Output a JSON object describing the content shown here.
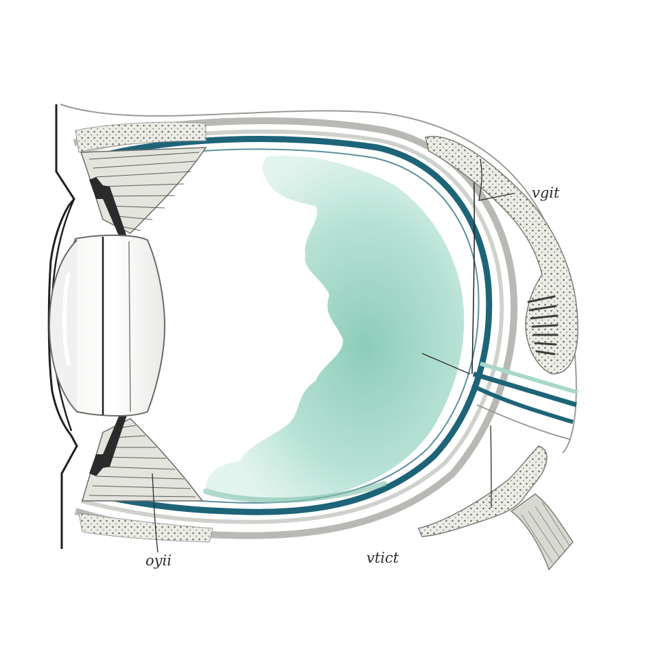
{
  "diagram": {
    "labels": {
      "top_right": "vgit",
      "bottom_left": "oyii",
      "bottom_center": "vtict"
    },
    "colors": {
      "vitreous_wash": "#9fd6c6",
      "retina_band": "#1e6478",
      "sclera_grey": "#b7b9b4",
      "bone_fill": "#e6e6df",
      "ink": "#222222",
      "background": "#ffffff"
    }
  }
}
